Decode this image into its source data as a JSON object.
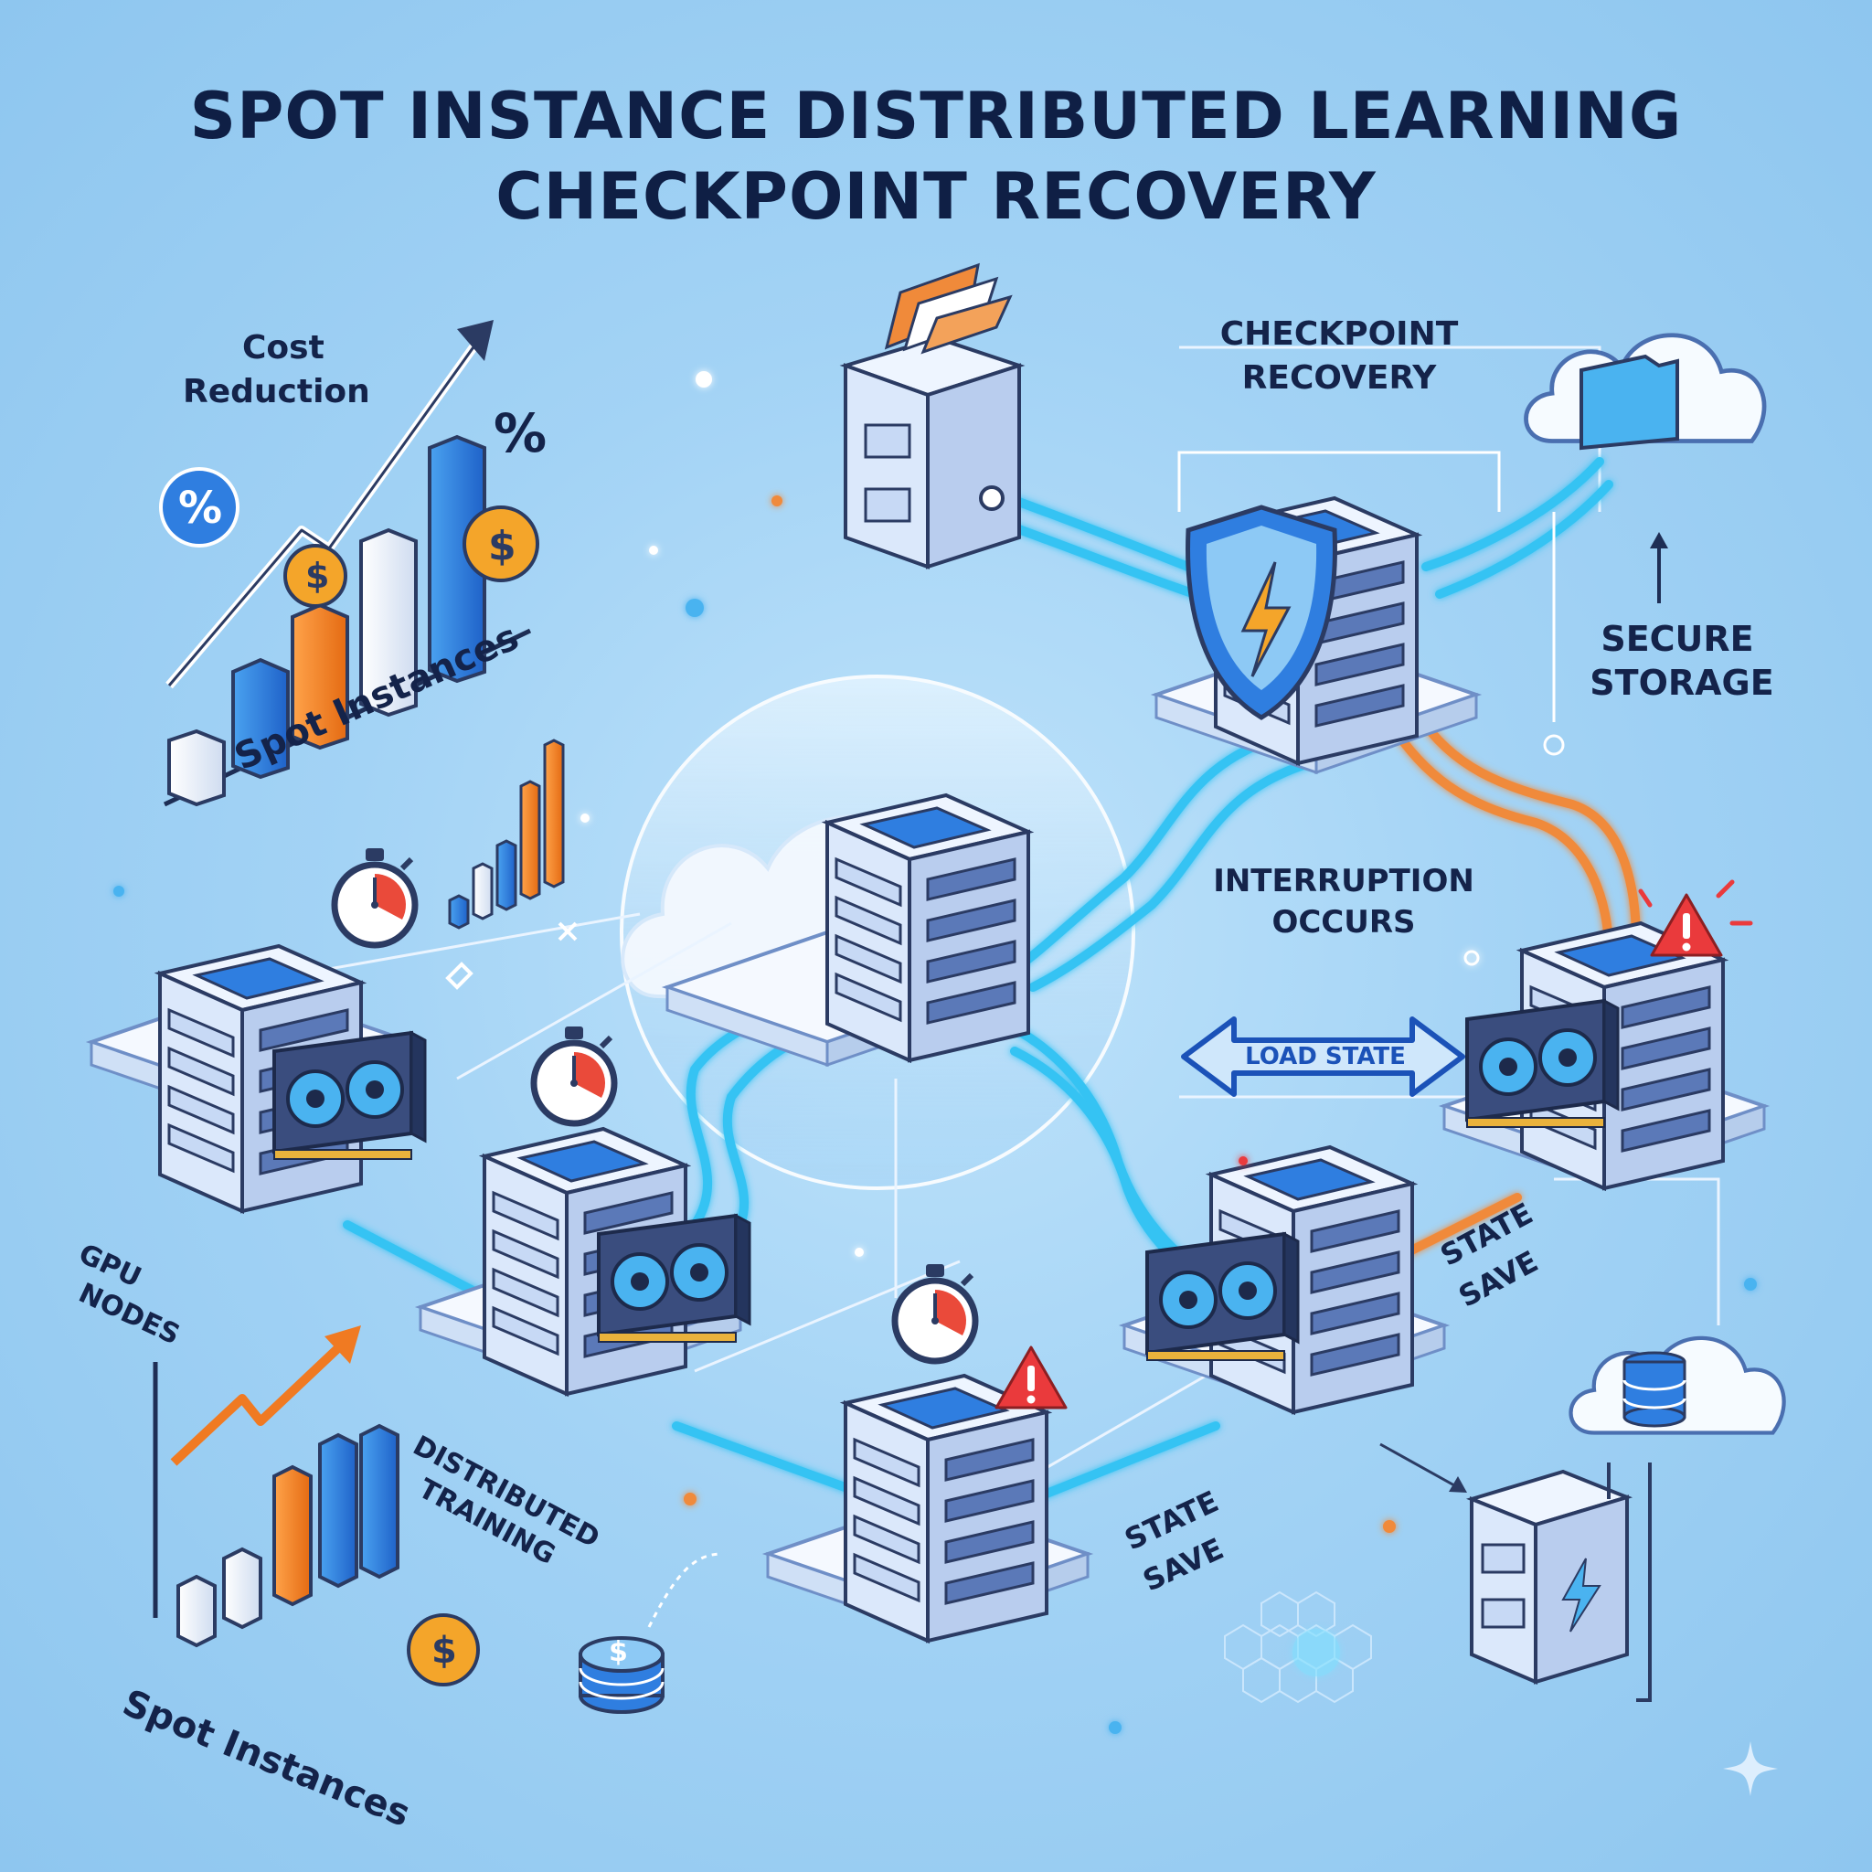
{
  "title": {
    "line1": "SPOT INSTANCE DISTRIBUTED LEARNING",
    "line2": "CHECKPOINT RECOVERY"
  },
  "labels": {
    "cost_reduction_1": "Cost",
    "cost_reduction_2": "Reduction",
    "spot_instances_top": "Spot Instances",
    "spot_instances_bottom": "Spot Instances",
    "checkpoint_recovery_1": "CHECKPOINT",
    "checkpoint_recovery_2": "RECOVERY",
    "secure_storage_1": "SECURE",
    "secure_storage_2": "STORAGE",
    "interruption_1": "INTERRUPTION",
    "interruption_2": "OCCURS",
    "load_state": "LOAD STATE",
    "state_save_right_1": "STATE",
    "state_save_right_2": "SAVE",
    "state_save_bottom_1": "STATE",
    "state_save_bottom_2": "SAVE",
    "gpu_nodes_1": "GPU",
    "gpu_nodes_2": "NODES",
    "distributed_training_1": "DISTRIBUTED",
    "distributed_training_2": "TRAINING",
    "percent_badge": "%",
    "percent_symbol": "%",
    "dollar": "$"
  },
  "icons": [
    "bar-chart-icon",
    "trend-arrow-icon",
    "dollar-coin-icon",
    "percent-icon",
    "stopwatch-icon",
    "server-icon",
    "gpu-card-icon",
    "cloud-icon",
    "folder-icon",
    "file-cabinet-icon",
    "shield-icon",
    "warning-icon",
    "database-icon",
    "coin-stack-icon",
    "sparkle-icon"
  ],
  "colors": {
    "background": "#a3d3f5",
    "title": "#0f1f45",
    "cable_blue": "#35c1f2",
    "cable_orange": "#f08a3a",
    "warning_red": "#e8383c",
    "bar_blue": "#2f7ee0",
    "bar_orange": "#f07a22",
    "server_face": "#dde9fa",
    "server_side": "#bcd0ef"
  }
}
